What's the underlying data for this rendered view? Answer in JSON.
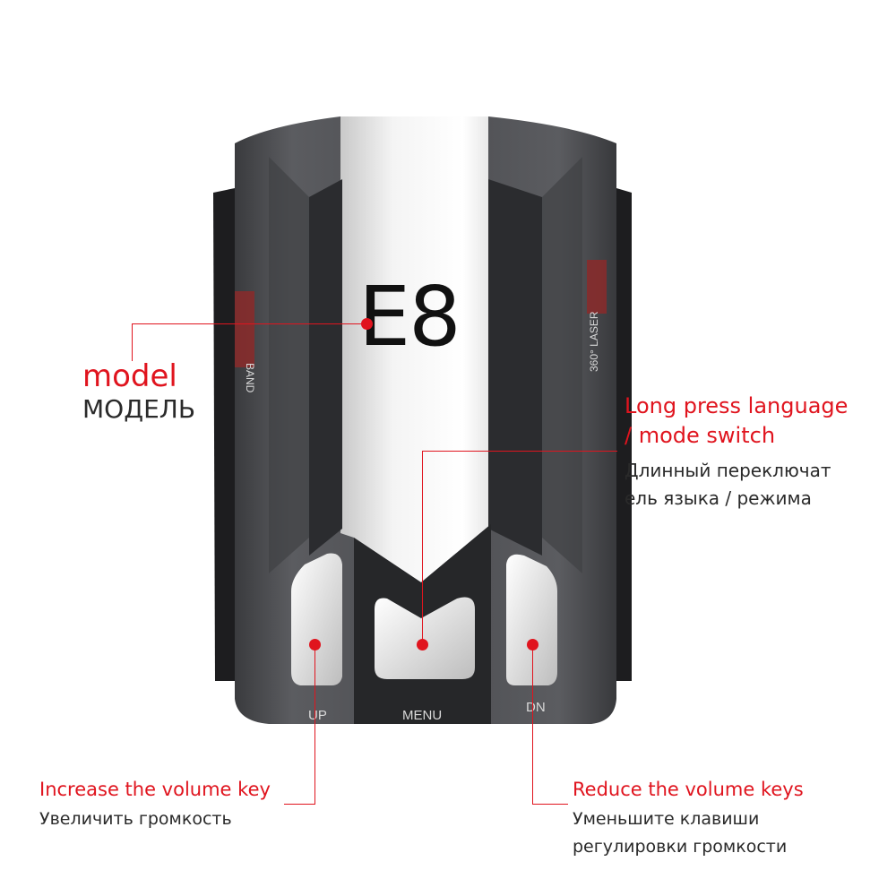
{
  "device": {
    "model_text": "E8",
    "side_label_left": "BAND",
    "side_label_right": "360° LASER",
    "buttons": {
      "up": "UP",
      "menu": "MENU",
      "dn": "DN"
    }
  },
  "annotations": {
    "model": {
      "en": "model",
      "ru": "МОДЕЛЬ"
    },
    "menu": {
      "en_line1": "Long press language",
      "en_line2": "/ mode switch",
      "ru_line1": "Длинный переключат",
      "ru_line2": "ель языка / режима"
    },
    "up": {
      "en": "Increase the volume key",
      "ru": "Увеличить громкость"
    },
    "dn": {
      "en": "Reduce the volume keys",
      "ru_line1": "Уменьшите клавиши",
      "ru_line2": "регулировки громкости"
    }
  },
  "colors": {
    "accent": "#e0141e",
    "body": "#4a4b4f",
    "panel": "#e6e6e6"
  }
}
